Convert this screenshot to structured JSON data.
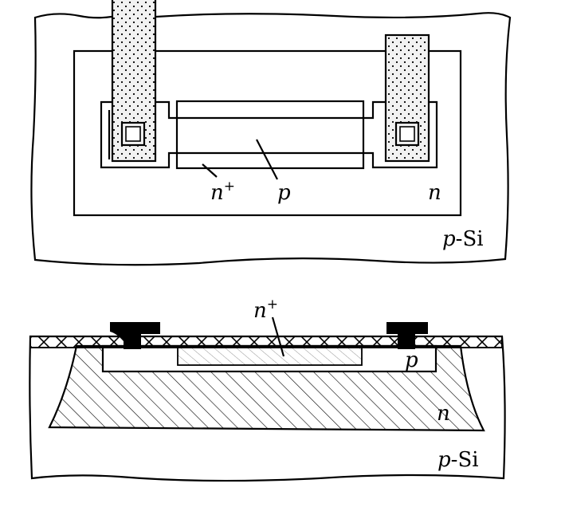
{
  "top_view": {
    "labels": {
      "n_plus": "n",
      "n_plus_sup": "+",
      "p": "p",
      "n": "n",
      "substrate_p": "p",
      "substrate_si": "Si"
    }
  },
  "cross_section": {
    "labels": {
      "n_plus": "n",
      "n_plus_sup": "+",
      "p": "p",
      "n": "n",
      "substrate_p": "p",
      "substrate_si": "Si"
    }
  }
}
